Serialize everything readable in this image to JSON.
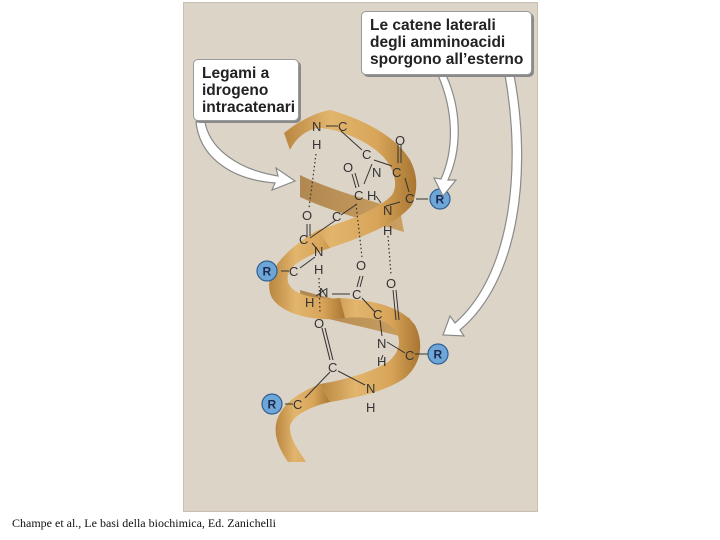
{
  "callout_left": {
    "lines": [
      "Legami a",
      "idrogeno",
      "intracatenari"
    ]
  },
  "callout_right": {
    "lines": [
      "Le catene laterali",
      "degli amminoacidi",
      "sporgono all’esterno"
    ]
  },
  "atoms": {
    "N": "N",
    "C": "C",
    "H": "H",
    "O": "O",
    "R": "R"
  },
  "caption": "Champe et al., Le basi della biochimica, Ed. Zanichelli",
  "colors": {
    "panel_background": "#ddd4c8",
    "ribbon": "#d9a85a",
    "ribbon_dark": "#b07e36",
    "r_group": "#6fa6d8"
  }
}
